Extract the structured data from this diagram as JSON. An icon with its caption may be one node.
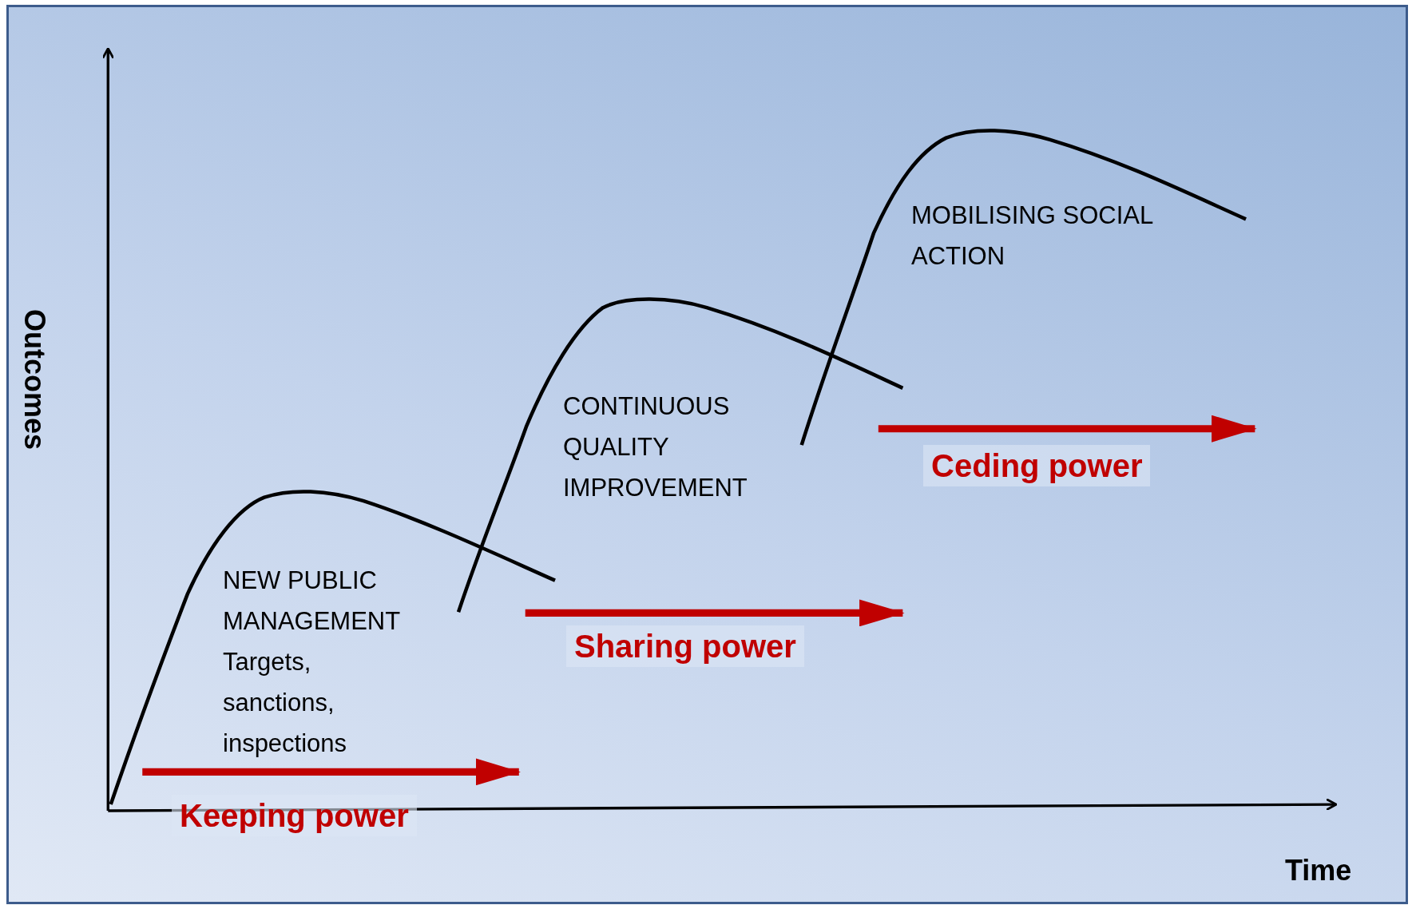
{
  "diagram": {
    "labels": [
      "MOBILISING SOCIAL ACTION",
      "Outcomes",
      "CONTINUOUS QUALITY IMPROVEMENT",
      "Ceding power",
      "NEW PUBLIC MANAGEMENT",
      "Sharing power",
      "Targets, sanctions, inspections",
      "Keeping power",
      "Time"
    ]
  }
}
